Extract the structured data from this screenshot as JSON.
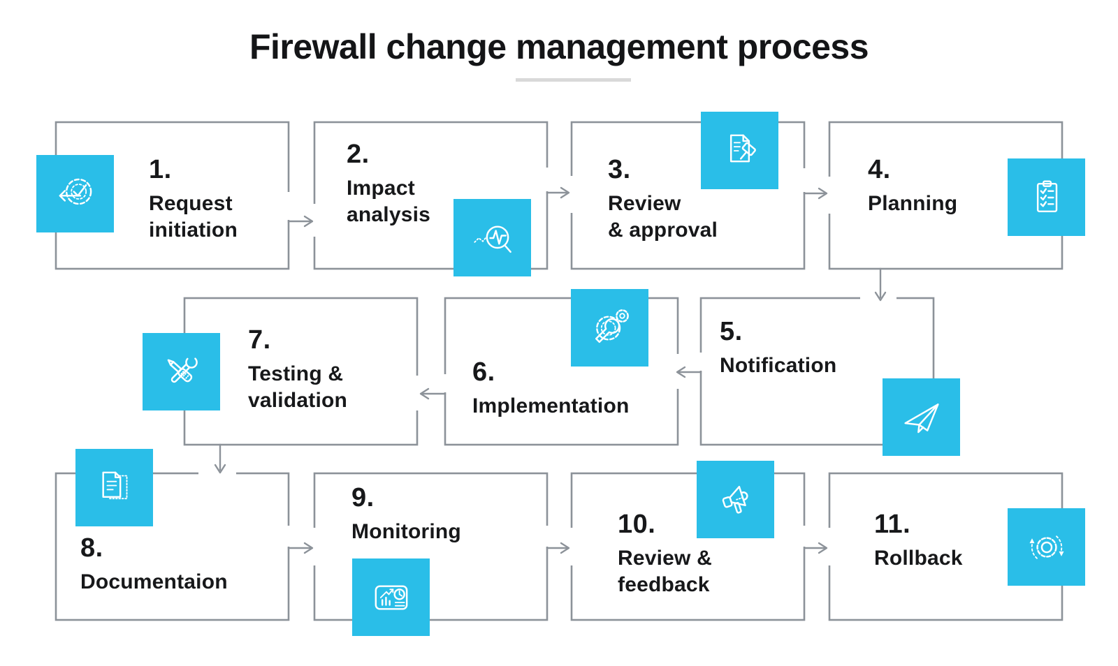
{
  "title": "Firewall change management process",
  "colors": {
    "accent": "#2abee8",
    "connector_gray": "#8c9299",
    "text": "#17181a",
    "title_underline": "#d9d9d9",
    "background": "#ffffff"
  },
  "steps": [
    {
      "number": "1.",
      "label": "Request\ninitiation",
      "icon": "gear-check-arrow-icon"
    },
    {
      "number": "2.",
      "label": "Impact\nanalysis",
      "icon": "magnifier-pulse-icon"
    },
    {
      "number": "3.",
      "label": "Review\n& approval",
      "icon": "document-gavel-icon"
    },
    {
      "number": "4.",
      "label": "Planning",
      "icon": "clipboard-checklist-icon"
    },
    {
      "number": "5.",
      "label": "Notification",
      "icon": "paper-plane-icon"
    },
    {
      "number": "6.",
      "label": "Implementation",
      "icon": "wrench-gears-icon"
    },
    {
      "number": "7.",
      "label": "Testing &\nvalidation",
      "icon": "crossed-tools-icon"
    },
    {
      "number": "8.",
      "label": "Documentaion",
      "icon": "stacked-documents-icon"
    },
    {
      "number": "9.",
      "label": "Monitoring",
      "icon": "dashboard-clock-icon"
    },
    {
      "number": "10.",
      "label": "Review &\nfeedback",
      "icon": "megaphone-icon"
    },
    {
      "number": "11.",
      "label": "Rollback",
      "icon": "gear-rotation-icon"
    }
  ],
  "connections": [
    {
      "from": 1,
      "to": 2
    },
    {
      "from": 2,
      "to": 3
    },
    {
      "from": 3,
      "to": 4
    },
    {
      "from": 4,
      "to": 5
    },
    {
      "from": 5,
      "to": 6
    },
    {
      "from": 6,
      "to": 7
    },
    {
      "from": 7,
      "to": 8
    },
    {
      "from": 8,
      "to": 9
    },
    {
      "from": 9,
      "to": 10
    },
    {
      "from": 10,
      "to": 11
    }
  ]
}
